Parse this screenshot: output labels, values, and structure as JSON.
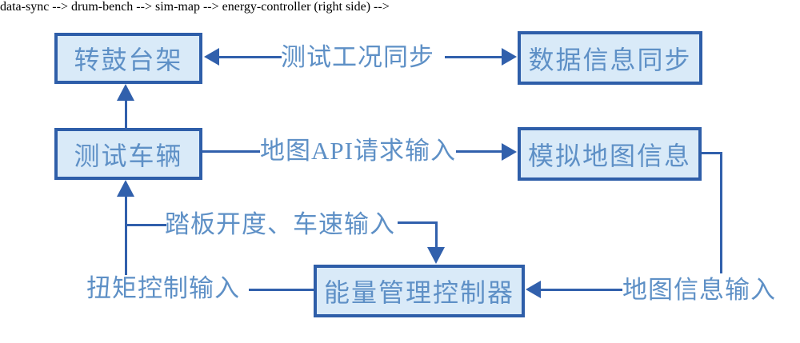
{
  "diagram": {
    "title_hint": "HIL test bench signal flow diagram",
    "colors": {
      "background": "#ffffff",
      "box_fill": "#d9eaf8",
      "box_border": "#2e5ea9",
      "line": "#3160ac",
      "text": "#5e90c6"
    },
    "boxes": [
      {
        "id": "drum-bench",
        "label": "转鼓台架"
      },
      {
        "id": "test-vehicle",
        "label": "测试车辆"
      },
      {
        "id": "data-sync",
        "label": "数据信息同步"
      },
      {
        "id": "sim-map",
        "label": "模拟地图信息"
      },
      {
        "id": "energy-controller",
        "label": "能量管理控制器"
      }
    ],
    "edges": [
      {
        "label": "测试工况同步",
        "between": [
          "转鼓台架",
          "数据信息同步"
        ],
        "arrows": "both-outward"
      },
      {
        "label": "地图API请求输入",
        "from": "测试车辆",
        "to": "模拟地图信息"
      },
      {
        "label": "踏板开度、车速输入",
        "from": "测试车辆",
        "to": "能量管理控制器"
      },
      {
        "label": "扭矩控制输入",
        "from": "能量管理控制器",
        "to": "测试车辆"
      },
      {
        "label": "地图信息输入",
        "from": "模拟地图信息",
        "to": "能量管理控制器"
      }
    ],
    "plain_arrows": [
      {
        "from": "测试车辆",
        "to": "转鼓台架"
      }
    ]
  }
}
